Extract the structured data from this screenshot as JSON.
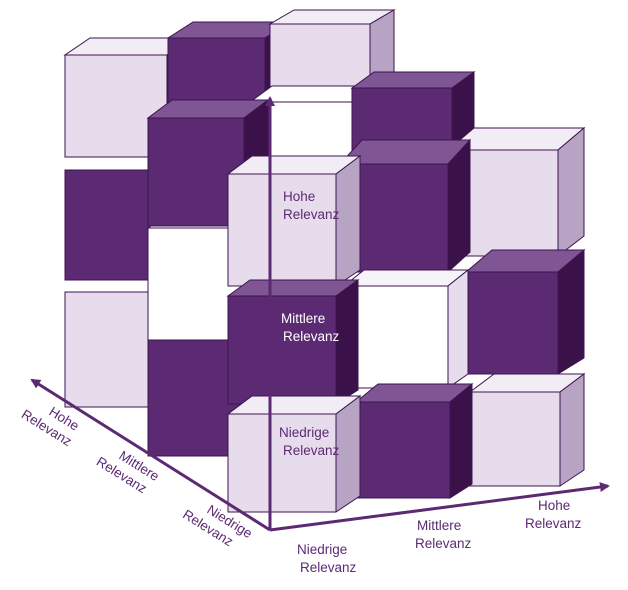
{
  "colors": {
    "dark_cube": "#5c2a72",
    "light_cube": "#e6dcec",
    "white_cube": "#ffffff",
    "edge": "#3d1450",
    "axis": "#5c2a72",
    "label_on_light": "#5c2a72",
    "label_on_dark": "#ffffff"
  },
  "vertical_axis": {
    "top_label": [
      "Hohe",
      "Relevanz"
    ],
    "middle_label": [
      "Mittlere",
      "Relevanz"
    ],
    "bottom_label": [
      "Niedrige",
      "Relevanz"
    ]
  },
  "left_axis": {
    "far_label": [
      "Hohe",
      "Relevanz"
    ],
    "middle_label": [
      "Mittlere",
      "Relevanz"
    ],
    "near_label": [
      "Niedrige",
      "Relevanz"
    ]
  },
  "right_axis": {
    "near_label": [
      "Niedrige",
      "Relevanz"
    ],
    "middle_label": [
      "Mittlere",
      "Relevanz"
    ],
    "far_label": [
      "Hohe",
      "Relevanz"
    ]
  }
}
